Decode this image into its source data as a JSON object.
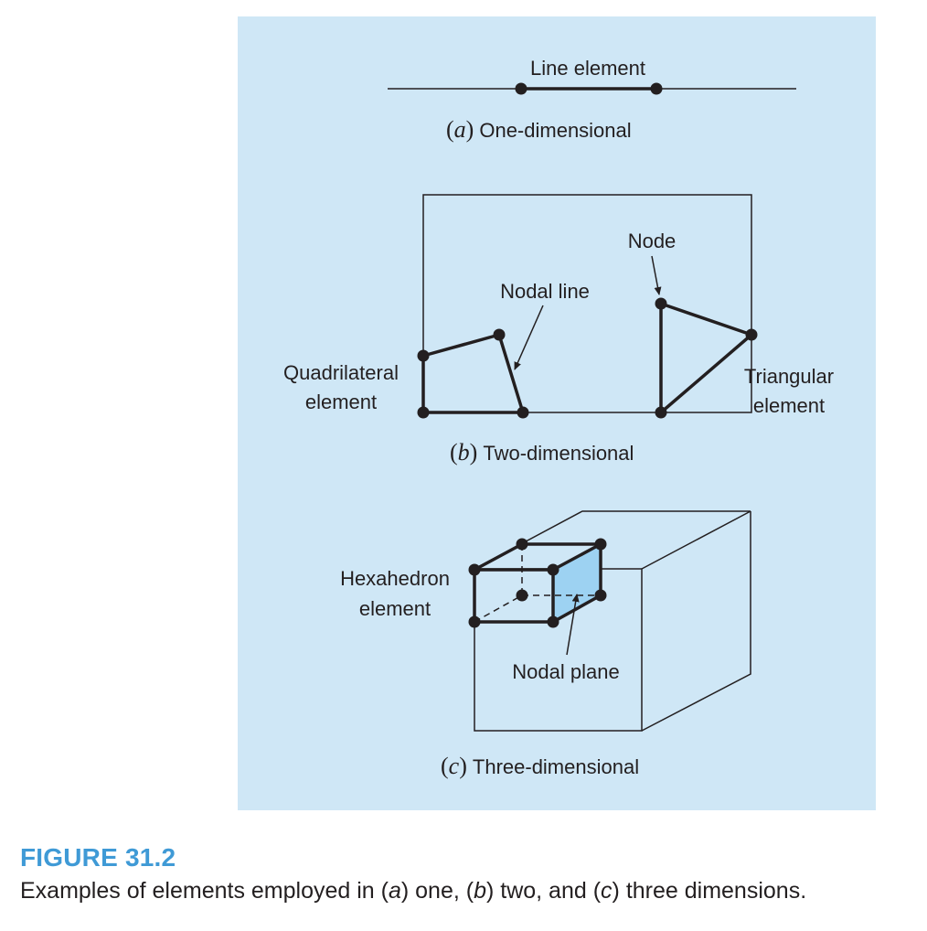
{
  "diagram": {
    "line_element_label": "Line element",
    "a_letter": "a",
    "a_caption": "One-dimensional",
    "b_letter": "b",
    "b_caption": "Two-dimensional",
    "c_letter": "c",
    "c_caption": "Three-dimensional",
    "node_label": "Node",
    "nodal_line_label": "Nodal line",
    "quadrilateral_line1": "Quadrilateral",
    "quadrilateral_line2": "element",
    "triangular_line1": "Triangular",
    "triangular_line2": "element",
    "hexahedron_line1": "Hexahedron",
    "hexahedron_line2": "element",
    "nodal_plane_label": "Nodal plane"
  },
  "caption": {
    "title": "FIGURE 31.2",
    "text_1": "Examples of elements employed in (",
    "a": "a",
    "text_2": ") one, (",
    "b": "b",
    "text_3": ") two, and (",
    "c": "c",
    "text_4": ") three dimensions."
  },
  "colors": {
    "panel_background": "#cfe7f6",
    "caption_title": "#3f9ad6",
    "nodal_plane_fill": "#9dd2f2",
    "line": "#231f20"
  }
}
